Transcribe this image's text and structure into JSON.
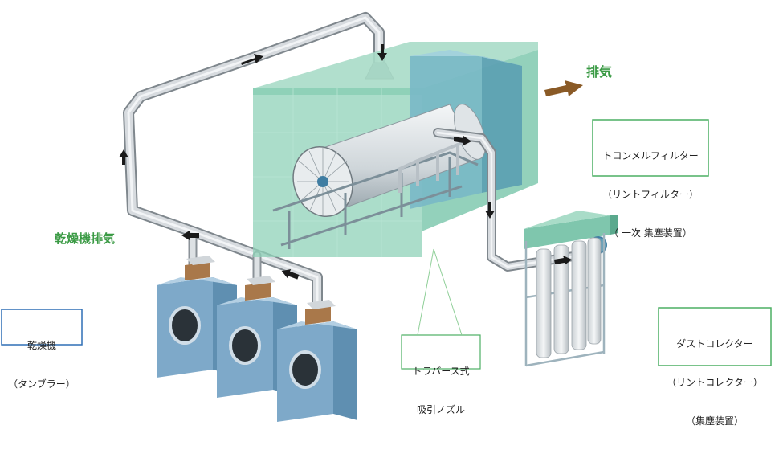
{
  "labels": {
    "exhaust": "排気",
    "dryer_exhaust": "乾燥機排気",
    "dryer": [
      "乾燥機",
      "（タンブラー）"
    ],
    "trommel": [
      "トロンメルフィルター",
      "（リントフィルター）",
      "（ 一次 集塵装置）"
    ],
    "nozzle": [
      "トラバース式",
      "吸引ノズル"
    ],
    "collector": [
      "ダストコレクター",
      "（リントコレクター）",
      "（集塵装置）"
    ]
  },
  "colors": {
    "green_text": "#3a9a44",
    "box_blue": "#2f6fb5",
    "box_green": "#4caf63",
    "housing_green": "#7fcdb2",
    "dryer_blue": "#7ea9c9",
    "duct": "#c9ced3",
    "arrow_brown": "#8a5a26"
  }
}
